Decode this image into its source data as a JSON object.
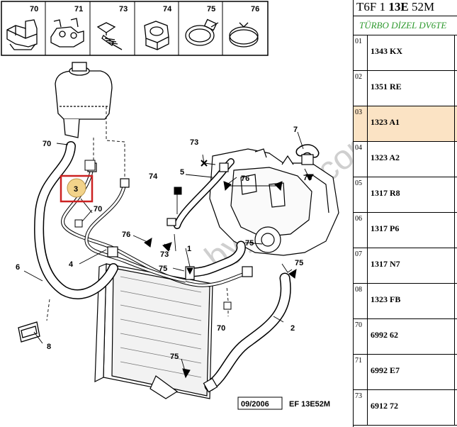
{
  "icon_strip": [
    {
      "num": "70",
      "icon": "hose-clip-icon"
    },
    {
      "num": "71",
      "icon": "hose-bracket-icon"
    },
    {
      "num": "73",
      "icon": "screw-icon"
    },
    {
      "num": "74",
      "icon": "hex-nut-icon"
    },
    {
      "num": "75",
      "icon": "hose-clamp-icon"
    },
    {
      "num": "76",
      "icon": "spring-clamp-icon"
    }
  ],
  "callouts": {
    "c70a": "70",
    "c73": "73",
    "c7": "7",
    "c74": "74",
    "c5": "5",
    "c76a": "76",
    "c76b": "76",
    "c3": "3",
    "c70b": "70",
    "c76c": "76",
    "c4": "4",
    "c73b": "73",
    "c1": "1",
    "c75a": "75",
    "c75b": "75",
    "c75c": "75",
    "c6": "6",
    "c2": "2",
    "c70c": "70",
    "c8": "8",
    "c75d": "75"
  },
  "diagram_footer": {
    "date": "09/2006",
    "ref": "EF 13E52M"
  },
  "watermark": "byyilkoto.com",
  "panel": {
    "title_prefix": "T6F 1 ",
    "title_bold": "13E",
    "title_suffix": " 52M",
    "subtitle": "TÜRBO DİZEL DV6TE",
    "selected_index": 2,
    "rows": [
      {
        "idx": "01",
        "code": "1343 KX"
      },
      {
        "idx": "02",
        "code": "1351 RE"
      },
      {
        "idx": "03",
        "code": "1323 A1"
      },
      {
        "idx": "04",
        "code": "1323 A2"
      },
      {
        "idx": "05",
        "code": "1317 R8"
      },
      {
        "idx": "06",
        "code": "1317 P6"
      },
      {
        "idx": "07",
        "code": "1317 N7"
      },
      {
        "idx": "08",
        "code": "1323 FB"
      },
      {
        "idx": "70",
        "code": "6992 62"
      },
      {
        "idx": "71",
        "code": "6992 E7"
      },
      {
        "idx": "73",
        "code": "6912 72"
      }
    ]
  },
  "colors": {
    "highlight_box": "#cc2222",
    "callout_disk": "#f2d38a",
    "selected_row": "#fbe3c4",
    "subtitle": "#2f9a2f"
  }
}
